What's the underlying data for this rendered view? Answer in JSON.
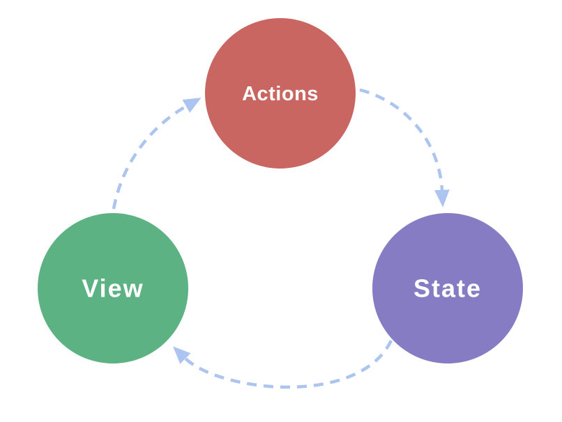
{
  "diagram": {
    "type": "cycle-flow-diagram",
    "background_color": "#ffffff",
    "label_color": "#ffffff",
    "arrow": {
      "color": "#abc4f0",
      "style": "dashed",
      "head": "triangle"
    },
    "nodes": [
      {
        "id": "actions",
        "label": "Actions",
        "color": "#ca6661",
        "position": "top-center"
      },
      {
        "id": "state",
        "label": "State",
        "color": "#867cc3",
        "position": "bottom-right"
      },
      {
        "id": "view",
        "label": "View",
        "color": "#5cb283",
        "position": "bottom-left"
      }
    ],
    "flows": [
      {
        "from": "Actions",
        "to": "State"
      },
      {
        "from": "State",
        "to": "View"
      },
      {
        "from": "View",
        "to": "Actions"
      }
    ]
  }
}
